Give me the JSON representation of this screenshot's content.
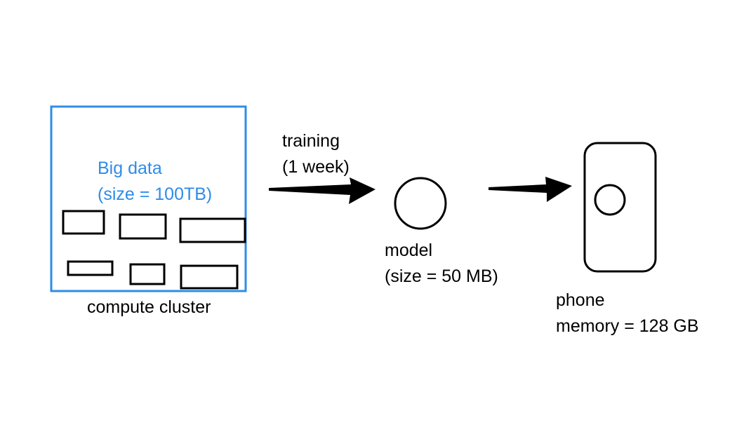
{
  "colors": {
    "accent": "#2f8ce8",
    "ink": "#000000",
    "background": "#ffffff"
  },
  "cluster": {
    "data_line1": "Big data",
    "data_line2": "(size = 100TB)",
    "caption": "compute cluster"
  },
  "training": {
    "line1": "training",
    "line2": "(1 week)"
  },
  "model": {
    "line1": "model",
    "line2": "(size = 50 MB)"
  },
  "phone": {
    "line1": "phone",
    "line2": "memory = 128 GB"
  }
}
